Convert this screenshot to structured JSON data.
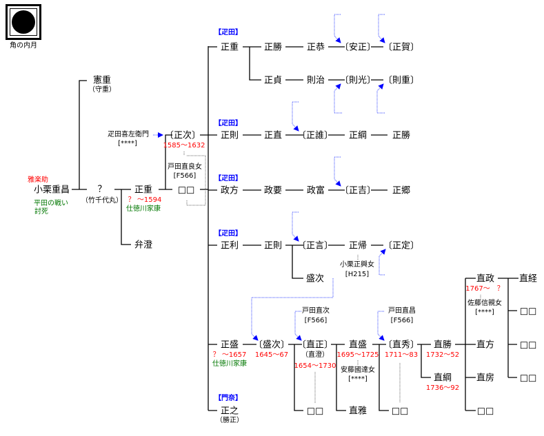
{
  "crest": {
    "name": "角の内月"
  },
  "root": {
    "title": "雅楽助",
    "name": "小栗重昌",
    "note1": "平田の戦い",
    "note2": "討死"
  },
  "gen2": {
    "noriShige": {
      "name": "憲重",
      "alias": "（守重）"
    },
    "unknown": {
      "name": "？",
      "alias": "（竹千代丸）"
    }
  },
  "gen3": {
    "masashige": {
      "name": "正重",
      "dates": "？ ～1594",
      "note": "仕徳川家康"
    },
    "benchou": {
      "name": "弁澄"
    }
  },
  "adopt": {
    "father": "疋田喜左衛門",
    "code": "[****]"
  },
  "gen4": {
    "masatsugu": {
      "name": "〔正次〕",
      "dates": "1585～1632"
    },
    "wife": {
      "name": "戸田直良女",
      "code": "[F566]"
    },
    "unnamed": {
      "name": "□□"
    }
  },
  "branches": {
    "hikita_label": "【疋田】",
    "monna_label": "【門奈】",
    "row1": [
      "正重",
      "正勝",
      "正恭",
      "〔安正〕",
      "〔正賀〕"
    ],
    "row1b": [
      "正貞",
      "則治",
      "〔則光〕",
      "〔則重〕"
    ],
    "row2": [
      "正則",
      "正直",
      "〔正誰〕",
      "正綱",
      "正勝"
    ],
    "row3": [
      "政方",
      "政要",
      "政富",
      "〔正吉〕",
      "正郷"
    ],
    "row4": [
      "正利",
      "正則",
      "〔正言〕",
      "正帰",
      "〔正定〕"
    ],
    "row4_wife": {
      "name": "小栗正興女",
      "code": "[H215]"
    },
    "row4b": [
      "盛次"
    ]
  },
  "main": {
    "masamori": {
      "name": "正盛",
      "dates": "？ ～1657",
      "note": "仕徳川家康"
    },
    "moritsugu": {
      "name": "〔盛次〕",
      "dates": "1645～67"
    },
    "naomasa": {
      "name": "〔直正〕",
      "alias": "（直澄）",
      "dates": "1654～1730",
      "adopt_from": "戸田直次",
      "adopt_code": "[F566]",
      "child": "□□"
    },
    "naomori": {
      "name": "直盛",
      "dates": "1695～1725",
      "wife": "安藤國達女",
      "wife_code": "[****]",
      "child": "直雅"
    },
    "naohide": {
      "name": "〔直秀〕",
      "dates": "1711～83",
      "adopt_from": "戸田直昌",
      "adopt_code": "[F566]",
      "child": "□□"
    },
    "naokatsu": {
      "name": "直勝",
      "dates": "1732～52"
    },
    "naotsuna": {
      "name": "直綱",
      "dates": "1736～92"
    },
    "naomasa2": {
      "name": "直政",
      "dates": "1767～　？",
      "wife": "佐藤信親女",
      "wife_code": "[****]"
    },
    "naokata": {
      "name": "直方"
    },
    "naofusa": {
      "name": "直房"
    },
    "unnamed6": {
      "name": "□□"
    },
    "naotsune": {
      "name": "直経"
    },
    "g7": [
      "□□",
      "□□",
      "□□"
    ],
    "masayuki": {
      "name": "正之",
      "alias": "（勝正）"
    }
  }
}
